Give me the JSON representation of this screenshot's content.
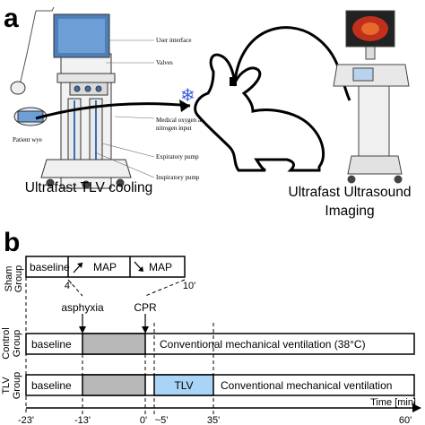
{
  "panel_a": {
    "letter": "a",
    "device_labels": {
      "user_interface": "User interface",
      "valves": "Valves",
      "medical_gas_1": "Medical oxygen and",
      "medical_gas_2": "nitrogen input",
      "expiratory_pump": "Expiratory pump",
      "inspiratory_pump": "Inspiratory pump",
      "patient_wye": "Patient wye"
    },
    "caption_left": "Ultrafast TLV cooling",
    "caption_right_1": "Ultrafast Ultrasound",
    "caption_right_2": "Imaging",
    "snowflake_icon": "❄",
    "colors": {
      "snowflake": "#3b5bdb",
      "screen": "#5b8fc9",
      "ultrasound": "#c0301c"
    }
  },
  "panel_b": {
    "letter": "b",
    "sham_group": {
      "label_1": "Sham",
      "label_2": "Group",
      "baseline": "baseline",
      "map_up": "MAP",
      "map_down": "MAP",
      "tick_4": "4'",
      "tick_10": "10'"
    },
    "events": {
      "asphyxia": "asphyxia",
      "cpr": "CPR"
    },
    "control_group": {
      "label_1": "Control",
      "label_2": "Group",
      "baseline": "baseline",
      "ventilation": "Conventional mechanical ventilation (38°C)"
    },
    "tlv_group": {
      "label_1": "TLV",
      "label_2": "Group",
      "baseline": "baseline",
      "tlv": "TLV",
      "ventilation": "Conventional mechanical ventilation"
    },
    "time_axis": {
      "label": "Time [min]",
      "ticks": [
        "-23'",
        "-13'",
        "0'",
        "~5'",
        "35'",
        "60'"
      ]
    },
    "colors": {
      "asphyxia_fill": "#b8b8b8",
      "tlv_fill": "#a9d4f5"
    }
  }
}
